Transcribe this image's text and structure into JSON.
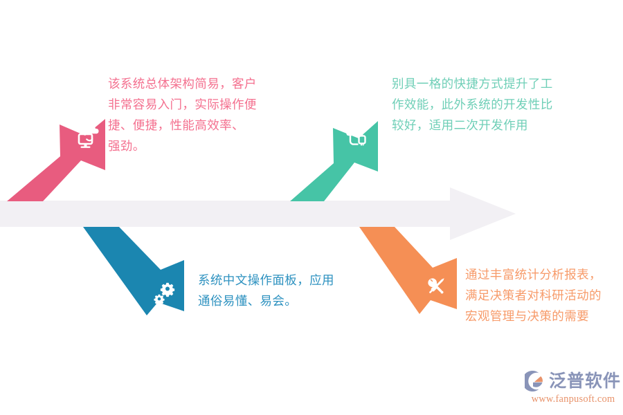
{
  "diagram": {
    "type": "arrow-process-infographic",
    "background_color": "#FFFFFF",
    "spine": {
      "label": "horizontal-process-arrow",
      "color": "#F2F0F4",
      "direction": "right"
    },
    "branches": [
      {
        "id": "branch-1",
        "position": "top-left",
        "direction": "up-right",
        "color": "#E85C7F",
        "text_color": "#F4708F",
        "icon": "cloud-monitor-icon",
        "text": "该系统总体架构简易，客户\n非常容易入门，实际操作便\n捷、便捷，性能高效率、\n强劲。"
      },
      {
        "id": "branch-2",
        "position": "top-right",
        "direction": "up-right",
        "color": "#46C4A6",
        "text_color": "#6FCFB7",
        "icon": "usb-cable-icon",
        "text": "别具一格的快捷方式提升了工\n作效能，此外系统的开发性比\n较好，适用二次开发作用"
      },
      {
        "id": "branch-3",
        "position": "bottom-left",
        "direction": "down-right",
        "color": "#1B86B0",
        "text_color": "#2E92C0",
        "icon": "gears-icon",
        "text": "系统中文操作面板，应用\n通俗易懂、易会。"
      },
      {
        "id": "branch-4",
        "position": "bottom-right",
        "direction": "down-right",
        "color": "#F58F55",
        "text_color": "#F79B6A",
        "icon": "wrench-screwdriver-icon",
        "text": "通过丰富统计分析报表，\n满足决策者对科研活动的\n宏观管理与决策的需要"
      }
    ]
  },
  "logo": {
    "name": "泛普软件",
    "url": "www.fanpusoft.com",
    "mark_colors": {
      "crescent": "#8994B8",
      "fan": "#E8936B"
    },
    "text_color": "#8994B8",
    "url_color": "#E8936B"
  }
}
